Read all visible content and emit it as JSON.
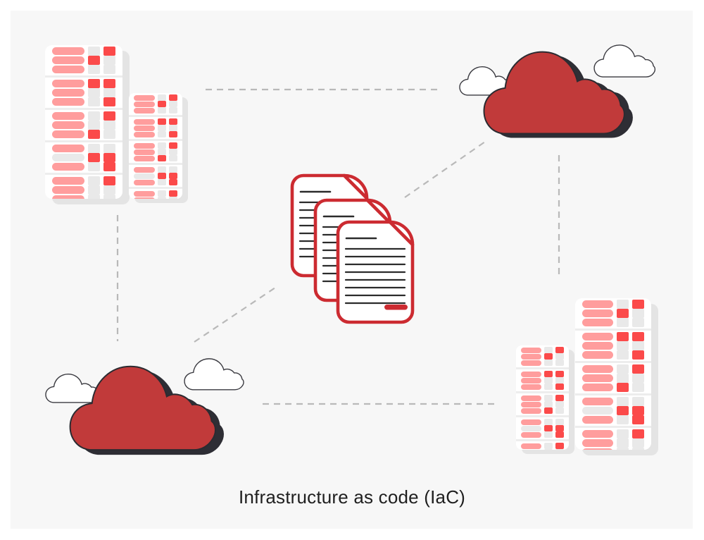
{
  "title": "Infrastructure as code (IaC)",
  "colors": {
    "frame": "#ffffff",
    "background": "#f7f7f7",
    "rack_pill_pink": "#ff9d9d",
    "rack_cell_red": "#fb4a4a",
    "rack_cell_gray": "#e9e9e9",
    "rack_divider": "#ededed",
    "rack_shadow": "#e4e4e4",
    "cloud_red": "#c13a3a",
    "cloud_outline": "#2b2b31",
    "cloud_shadow": "#2e2e35",
    "doc_red": "#cc2b31",
    "doc_line_color": "#2b2b2b",
    "connector": "#b9b9b9",
    "caption_color": "#1f1f1f"
  },
  "diagram": {
    "nodes": [
      {
        "id": "server-group-top-left",
        "icon": "server-rack-icon"
      },
      {
        "id": "cloud-top-right",
        "icon": "cloud-icon"
      },
      {
        "id": "documents-center",
        "icon": "iac-documents-icon"
      },
      {
        "id": "cloud-bottom-left",
        "icon": "cloud-icon"
      },
      {
        "id": "server-group-bottom-right",
        "icon": "server-rack-icon"
      }
    ],
    "connections": [
      {
        "from": "server-group-top-left",
        "to": "cloud-top-right",
        "style": "dashed"
      },
      {
        "from": "cloud-top-right",
        "to": "documents-center",
        "style": "dashed"
      },
      {
        "from": "cloud-top-right",
        "to": "server-group-bottom-right",
        "style": "dashed"
      },
      {
        "from": "server-group-top-left",
        "to": "cloud-bottom-left",
        "style": "dashed"
      },
      {
        "from": "cloud-bottom-left",
        "to": "documents-center",
        "style": "dashed"
      },
      {
        "from": "cloud-bottom-left",
        "to": "server-group-bottom-right",
        "style": "dashed"
      }
    ]
  },
  "rack_pattern": {
    "sections": [
      {
        "rows": [
          {
            "pill": "pink",
            "cells": [
              "gray",
              "red"
            ]
          },
          {
            "pill": "pink",
            "cells": [
              "red",
              "gray"
            ]
          },
          {
            "pill": "pink",
            "cells": [
              "gray",
              "gray"
            ]
          }
        ]
      },
      {
        "rows": [
          {
            "pill": "pink",
            "cells": [
              "red",
              "red"
            ]
          },
          {
            "pill": "pink",
            "cells": [
              "gray",
              "gray"
            ]
          },
          {
            "pill": "pink",
            "cells": [
              "gray",
              "red"
            ]
          }
        ]
      },
      {
        "rows": [
          {
            "pill": "pink",
            "cells": [
              "gray",
              "red"
            ]
          },
          {
            "pill": "pink",
            "cells": [
              "gray",
              "gray"
            ]
          },
          {
            "pill": "pink",
            "cells": [
              "red",
              "gray"
            ]
          }
        ]
      },
      {
        "rows": [
          {
            "pill": "pink",
            "cells": [
              "gray",
              "gray"
            ]
          },
          {
            "pill": "gray",
            "cells": [
              "red",
              "red"
            ]
          },
          {
            "pill": "pink",
            "cells": [
              "gray",
              "red"
            ]
          }
        ]
      },
      {
        "rows": [
          {
            "pill": "pink",
            "cells": [
              "gray",
              "red"
            ]
          },
          {
            "pill": "pink",
            "cells": [
              "gray",
              "gray"
            ]
          },
          {
            "pill": "pink",
            "cells": [
              "gray",
              "gray"
            ]
          }
        ]
      }
    ]
  },
  "documents": {
    "count": 3,
    "lines_per_page": 8,
    "has_title_line": true,
    "has_signature_mark": true
  }
}
